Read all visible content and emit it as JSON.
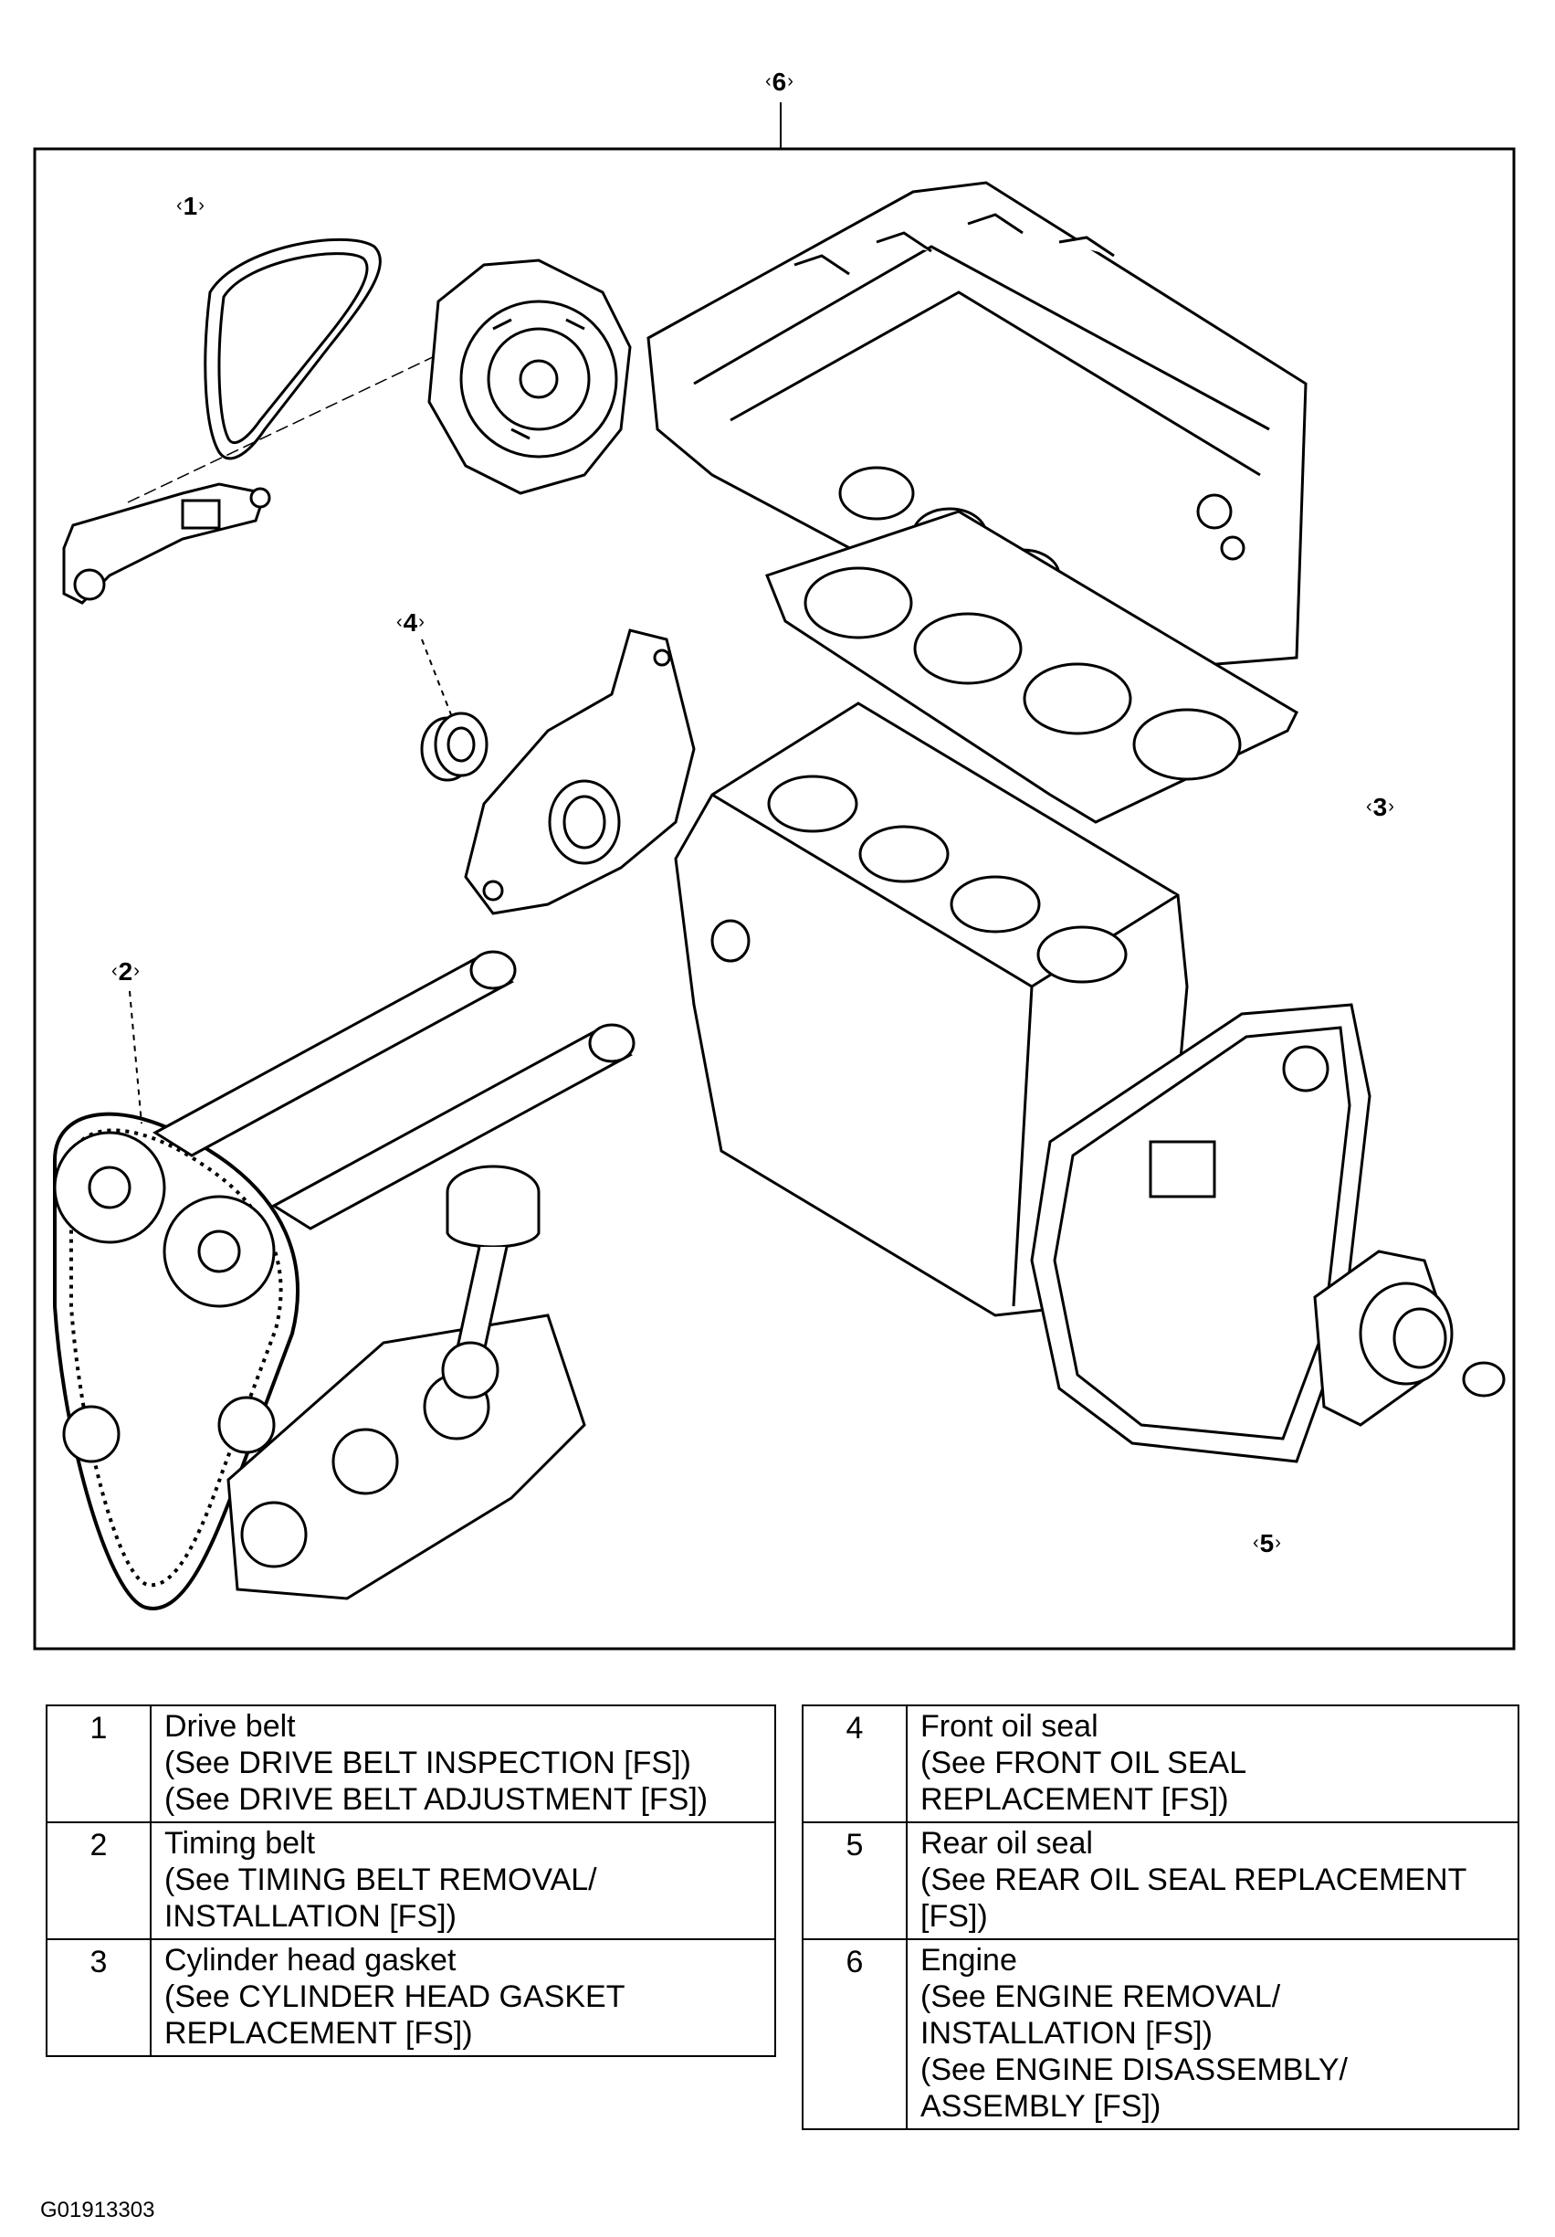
{
  "callouts": {
    "c1": "1",
    "c2": "2",
    "c3": "3",
    "c4": "4",
    "c5": "5",
    "c6": "6"
  },
  "legend": {
    "left": [
      {
        "num": "1",
        "lines": [
          "Drive belt",
          "(See DRIVE BELT INSPECTION [FS])",
          "(See DRIVE BELT ADJUSTMENT [FS])"
        ]
      },
      {
        "num": "2",
        "lines": [
          "Timing belt",
          "(See TIMING BELT REMOVAL/",
          "INSTALLATION [FS])"
        ]
      },
      {
        "num": "3",
        "lines": [
          "Cylinder head gasket",
          "(See CYLINDER HEAD GASKET",
          "REPLACEMENT [FS])"
        ]
      }
    ],
    "right": [
      {
        "num": "4",
        "lines": [
          "Front oil seal",
          "(See FRONT OIL SEAL",
          "REPLACEMENT [FS])"
        ]
      },
      {
        "num": "5",
        "lines": [
          "Rear oil seal",
          "(See REAR OIL SEAL REPLACEMENT",
          "[FS])"
        ]
      },
      {
        "num": "6",
        "lines": [
          "Engine",
          "(See ENGINE REMOVAL/",
          "INSTALLATION [FS])",
          "(See ENGINE DISASSEMBLY/",
          "ASSEMBLY [FS])"
        ]
      }
    ]
  },
  "figure_code": "G01913303"
}
